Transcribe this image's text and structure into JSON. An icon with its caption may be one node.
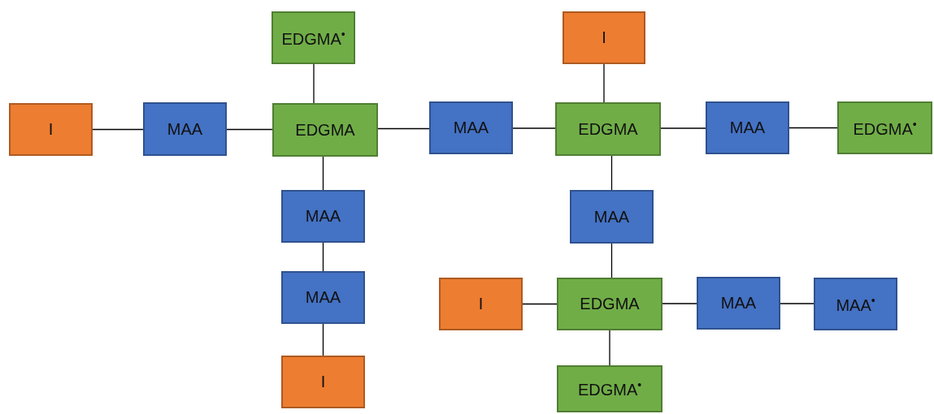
{
  "diagram": {
    "nodes": [
      {
        "text": [
          "EDGMA$^{•}$"
        ]
      },
      {
        "text": [
          "I"
        ]
      },
      {
        "text": [
          "I"
        ]
      },
      {
        "text": [
          "MAA"
        ]
      },
      {
        "text": [
          "EDGMA"
        ]
      },
      {
        "text": [
          "MAA"
        ]
      },
      {
        "text": [
          "EDGMA"
        ]
      },
      {
        "text": [
          "MAA"
        ]
      },
      {
        "text": [
          "EDGMA$^{•}$"
        ]
      },
      {
        "text": [
          "MAA"
        ]
      },
      {
        "text": [
          "MAA"
        ]
      },
      {
        "text": [
          "MAA"
        ]
      },
      {
        "text": [
          "I"
        ]
      },
      {
        "text": [
          "EDGMA"
        ]
      },
      {
        "text": [
          "MAA"
        ]
      },
      {
        "text": [
          "MAA$^{•}$"
        ]
      },
      {
        "text": [
          "I"
        ]
      },
      {
        "text": [
          "EDGMA$^{•}$"
        ]
      }
    ],
    "edges": [
      {
        "from": 0,
        "to": 4,
        "arrow": "none"
      },
      {
        "from": 2,
        "to": 3,
        "arrow": "none"
      },
      {
        "from": 3,
        "to": 4,
        "arrow": "none"
      },
      {
        "from": 4,
        "to": 5,
        "arrow": "none"
      },
      {
        "from": 5,
        "to": 6,
        "arrow": "none"
      },
      {
        "from": 1,
        "to": 6,
        "arrow": "none"
      },
      {
        "from": 6,
        "to": 7,
        "arrow": "none"
      },
      {
        "from": 7,
        "to": 8,
        "arrow": "none"
      },
      {
        "from": 4,
        "to": 9,
        "arrow": "none"
      },
      {
        "from": 9,
        "to": 11,
        "arrow": "none"
      },
      {
        "from": 11,
        "to": 16,
        "arrow": "none"
      },
      {
        "from": 6,
        "to": 10,
        "arrow": "none"
      },
      {
        "from": 10,
        "to": 13,
        "arrow": "none"
      },
      {
        "from": 12,
        "to": 13,
        "arrow": "none"
      },
      {
        "from": 13,
        "to": 14,
        "arrow": "none"
      },
      {
        "from": 14,
        "to": 15,
        "arrow": "none"
      },
      {
        "from": 13,
        "to": 17,
        "arrow": "none"
      }
    ]
  }
}
